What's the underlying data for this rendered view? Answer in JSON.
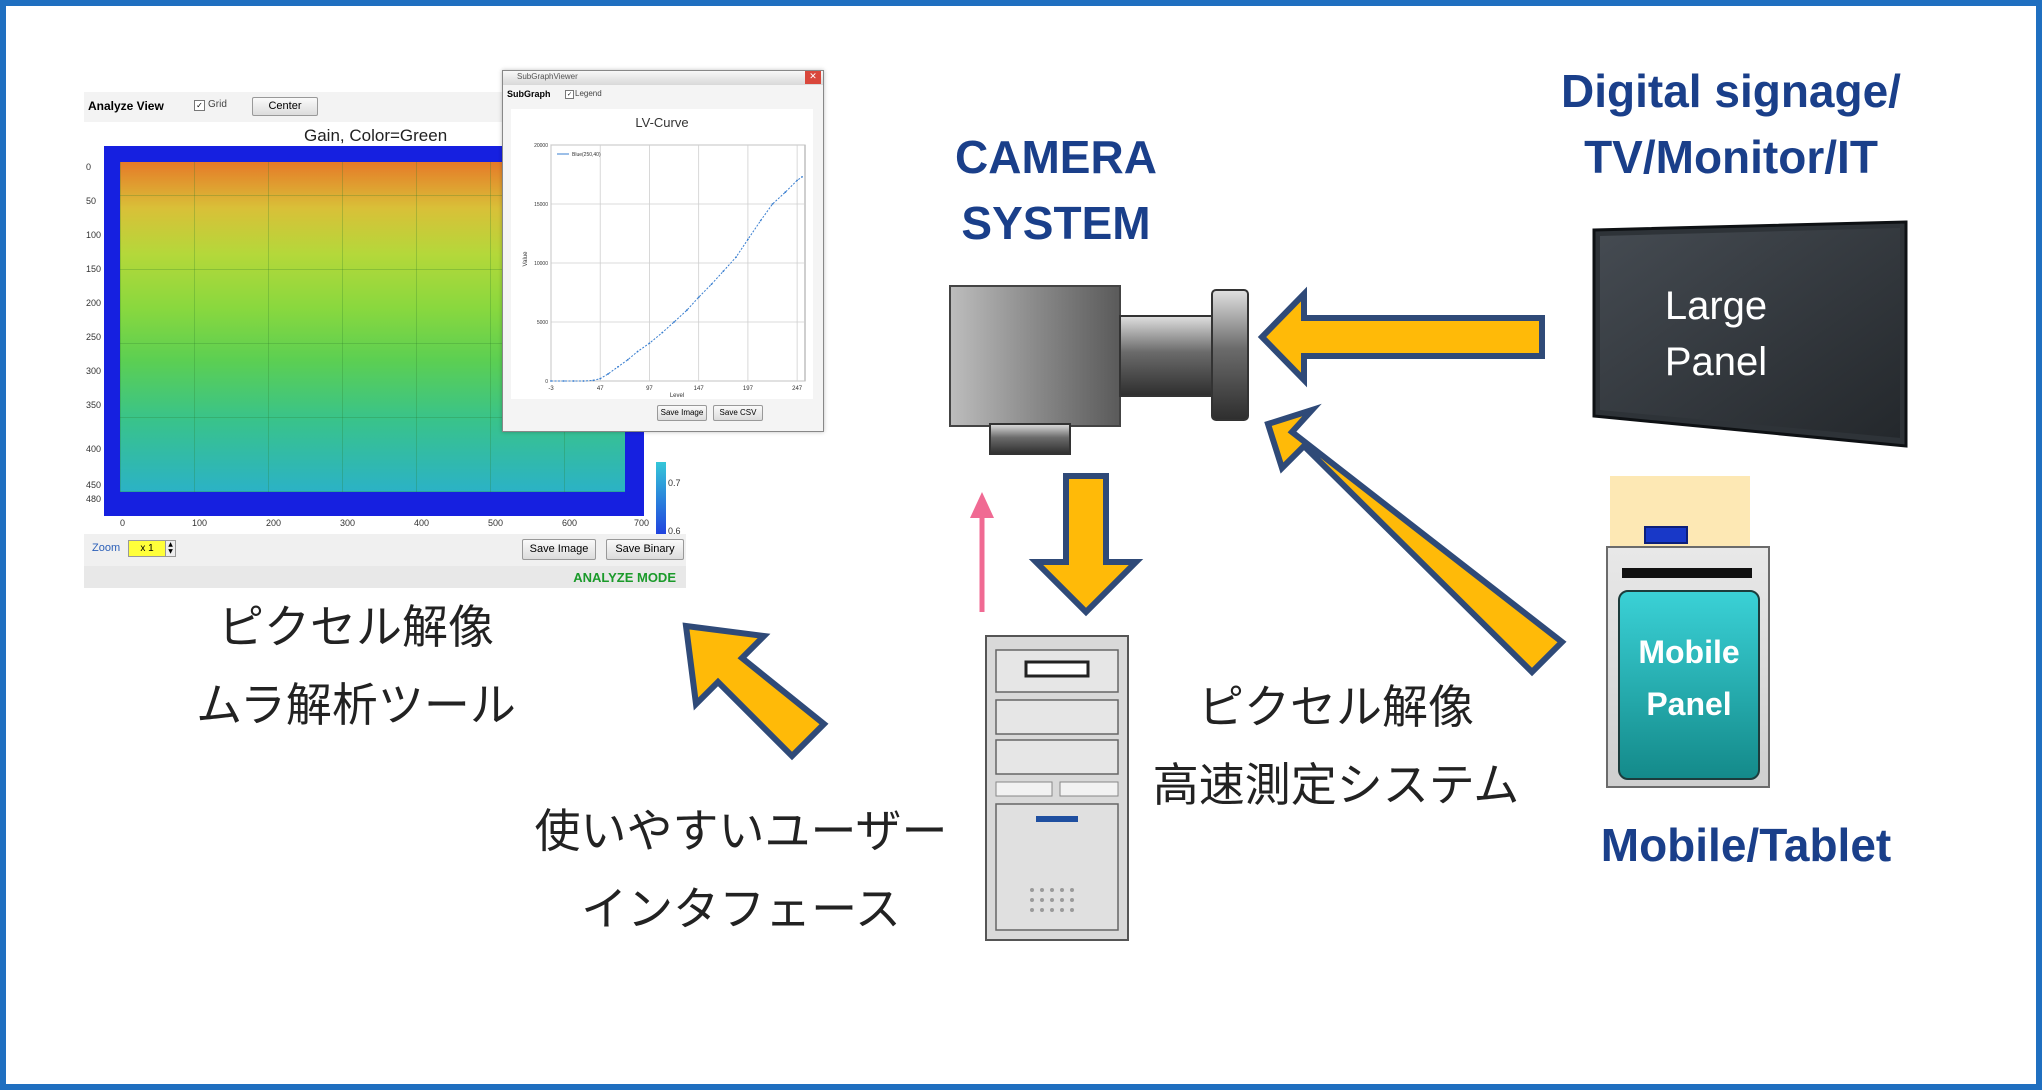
{
  "analyze_view": {
    "title": "Analyze View",
    "grid_label": "Grid",
    "center_button": "Center",
    "plot_title": "Gain, Color=Green",
    "y_ticks": [
      "0",
      "50",
      "100",
      "150",
      "200",
      "250",
      "300",
      "350",
      "400",
      "450",
      "480"
    ],
    "x_ticks": [
      "0",
      "100",
      "200",
      "300",
      "400",
      "500",
      "600",
      "700"
    ],
    "colorbar_ticks": [
      "0.7",
      "0.6"
    ],
    "zoom_label": "Zoom",
    "zoom_value": "x 1",
    "save_image_button": "Save Image",
    "save_binary_button": "Save Binary",
    "mode_label": "ANALYZE MODE"
  },
  "subgraph": {
    "window_title": "SubGraphViewer",
    "title": "SubGraph",
    "legend_label": "Legend",
    "chart_title": "LV-Curve",
    "series_name": "Blue(250,40)",
    "y_axis_label": "Value",
    "x_axis_label": "Level",
    "save_image_button": "Save Image",
    "save_csv_button": "Save CSV"
  },
  "chart_data": {
    "type": "line",
    "title": "LV-Curve",
    "xlabel": "Level",
    "ylabel": "Value",
    "xlim": [
      -3,
      255
    ],
    "ylim": [
      0,
      20000
    ],
    "x_ticks": [
      "-3",
      "47",
      "97",
      "147",
      "197",
      "247"
    ],
    "y_ticks": [
      "0",
      "5000",
      "10000",
      "15000",
      "20000"
    ],
    "grid": true,
    "legend": "top-left",
    "series": [
      {
        "name": "Blue(250,40)",
        "color": "#3a7fd0",
        "x": [
          -3,
          10,
          20,
          30,
          40,
          47,
          55,
          65,
          75,
          85,
          97,
          110,
          122,
          135,
          147,
          160,
          172,
          185,
          197,
          210,
          222,
          235,
          247,
          252
        ],
        "y": [
          0,
          0,
          0,
          0,
          50,
          200,
          600,
          1200,
          1800,
          2500,
          3200,
          4100,
          5000,
          6000,
          7100,
          8200,
          9300,
          10500,
          12000,
          13600,
          15000,
          16000,
          17000,
          17300
        ]
      }
    ]
  },
  "camera_system": {
    "title_line1": "CAMERA",
    "title_line2": "SYSTEM"
  },
  "digital_signage": {
    "title_line1": "Digital signage/",
    "title_line2": "TV/Monitor/IT"
  },
  "large_panel": {
    "line1": "Large",
    "line2": "Panel"
  },
  "mobile_panel": {
    "line1": "Mobile",
    "line2": "Panel"
  },
  "mobile_tablet": {
    "title": "Mobile/Tablet"
  },
  "captions": {
    "tool_line1": "ピクセル解像",
    "tool_line2": "ムラ解析ツール",
    "system_line1": "ピクセル解像",
    "system_line2": "高速測定システム",
    "ui_line1": "使いやすいユーザー",
    "ui_line2": "インタフェース"
  },
  "colors": {
    "frame": "#1f6fc0",
    "arrow_fill": "#ffba08",
    "arrow_stroke": "#2f4a78",
    "title_navy": "#1a3f8a",
    "pink_arrow": "#f06a93"
  }
}
